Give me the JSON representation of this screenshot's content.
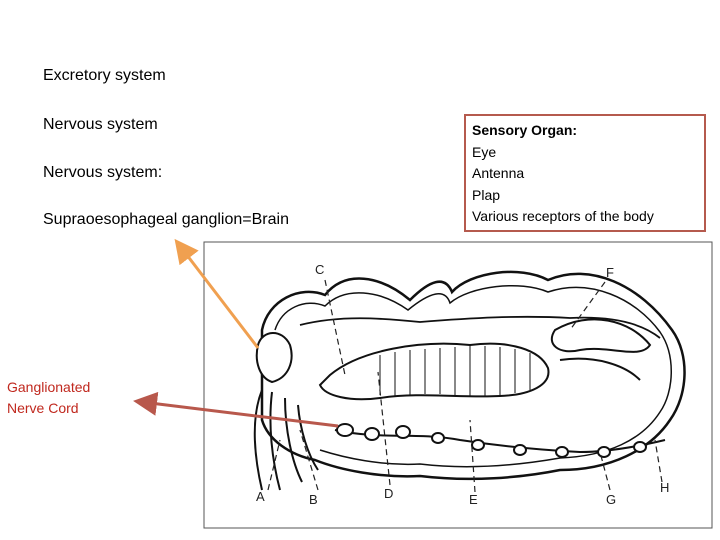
{
  "headings": {
    "excretory": "Excretory  system",
    "nervous": "Nervous  system",
    "nervous_colon": "Nervous  system:",
    "brain": "Supraoesophageal ganglion=Brain"
  },
  "sensory_box": {
    "title": "Sensory Organ:",
    "items": [
      "Eye",
      "Antenna",
      "Plap",
      "Various receptors of the body"
    ],
    "border_color": "#b55a4e"
  },
  "ganglion_label": [
    "Ganglionated",
    "Nerve Cord"
  ],
  "diagram": {
    "labels": [
      "A",
      "B",
      "C",
      "D",
      "E",
      "F",
      "G",
      "H"
    ]
  },
  "arrow_colors": {
    "brain_arrow": "#f0a050",
    "cord_arrow": "#b8584c",
    "label_color": "#c0281e"
  }
}
